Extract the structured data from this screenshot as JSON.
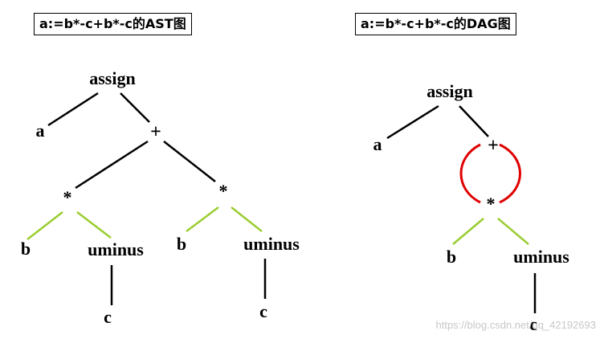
{
  "ast": {
    "title": "a:=b*-c+b*-c的AST图",
    "nodes": {
      "assign": "assign",
      "a": "a",
      "plus": "+",
      "star_left": "*",
      "star_right": "*",
      "b_left": "b",
      "uminus_left": "uminus",
      "c_left": "c",
      "b_right": "b",
      "uminus_right": "uminus",
      "c_right": "c"
    }
  },
  "dag": {
    "title": "a:=b*-c+b*-c的DAG图",
    "nodes": {
      "assign": "assign",
      "a": "a",
      "plus": "+",
      "star": "*",
      "b": "b",
      "uminus": "uminus",
      "c": "c"
    }
  },
  "colors": {
    "edge": "#000000",
    "green_edge": "#9acd32",
    "red_arc": "#e00000"
  },
  "watermark": "https://blog.csdn.net/qq_42192693"
}
